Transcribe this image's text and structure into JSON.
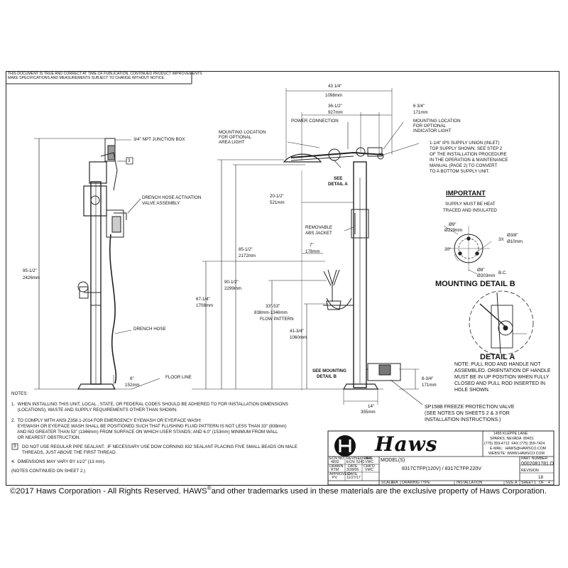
{
  "disclaimer": [
    "THIS DOCUMENT IS TRUE AND CORRECT AT TIME OF PUBLICATION. CONTINUED PRODUCT IMPROVEMENTS",
    "MAKE SPECIFICATIONS AND MEASUREMENTS SUBJECT TO CHANGE WITHOUT NOTICE."
  ],
  "side_view": {
    "junction_box": "3/4\" NPT JUNCTION BOX",
    "note_ref": "3",
    "drench_valve": [
      "DRENCH HOSE ACTIVATION",
      "VALVE ASSEMBLY"
    ],
    "drench_hose": "DRENCH HOSE",
    "height_in": "95-1/2\"",
    "height_mm": "2426mm",
    "base_in": "6\"",
    "base_mm": "152mm",
    "floor_line": "FLOOR LINE"
  },
  "front_view": {
    "width_in": "43 1/4\"",
    "width_mm": "1098mm",
    "inner_in": "36-1/2\"",
    "inner_mm": "927mm",
    "right_in": "6 3/4\"",
    "right_mm": "171mm",
    "area_light": [
      "MOUNTING LOCATION",
      "FOR OPTIONAL",
      "AREA LIGHT"
    ],
    "power": "POWER CONNECTION",
    "indicator": [
      "MOUNTING LOCATION",
      "FOR OPTIONAL",
      "INDICATOR LIGHT"
    ],
    "supply": [
      "1-1/4\" IPS SUPPLY UNION (INLET)",
      "TOP SUPPLY SHOWN. SEE STEP 2",
      "OF THE INSTALLATION PROCEDURE",
      "IN THE OPERATION & MAINTENANCE",
      "MANUAL (PAGE 2) TO CONVERT",
      "TO A BOTTOM SUPPLY UNIT."
    ],
    "see_a": [
      "SEE",
      "DETAIL A"
    ],
    "d20_in": "20-1/2\"",
    "d20_mm": "521mm",
    "abs": [
      "REMOVABLE",
      "ABS JACKET"
    ],
    "d85_in": "85-1/2\"",
    "d85_mm": "2172mm",
    "d7_in": "7\"",
    "d7_mm": "178mm",
    "d90_in": "90-1/2\"",
    "d90_mm": "2299mm",
    "d67_in": "67-1/4\"",
    "d67_mm": "1708mm",
    "d33": [
      "33\"-53\"",
      "838mm-1346mm",
      "FLOW PATTERN"
    ],
    "d41_in": "41-3/4\"",
    "d41_mm": "1060mm",
    "see_b": [
      "SEE MOUNTING",
      "DETAIL B"
    ],
    "d14_in": "14\"",
    "d14_mm": "355mm",
    "d634_in": "6-3/4\"",
    "d634_mm": "171mm",
    "sp158": [
      "SP158B FREEZE PROTECTION VALVE",
      "(SEE NOTES ON SHEETS 2 & 3 FOR",
      "INSTALLATION INSTRUCTIONS.)"
    ]
  },
  "important": {
    "title": "IMPORTANT",
    "text": [
      "SUPPLY MUST BE HEAT",
      "TRACED AND INSULATED"
    ]
  },
  "detail_b": {
    "title": "MOUNTING DETAIL B",
    "dia9": [
      "Ø9\"",
      "Ø229mm"
    ],
    "hole": [
      "3X",
      "Ø3/8\"",
      "Ø10mm"
    ],
    "angle": "30°",
    "bc": [
      "Ø8\"",
      "Ø203mm",
      "B.C."
    ]
  },
  "detail_a": {
    "title": "DETAIL A",
    "note": [
      "NOTE: PULL ROD AND HANDLE NOT",
      "ASSEMBLED. ORIENTATION OF HANDLE",
      "MUST BE IN UP POSITION WHEN FULLY",
      "CLOSED AND PULL ROD INSERTED IN",
      "HOLE SHOWN."
    ]
  },
  "notes": {
    "heading": "NOTES:",
    "n1": [
      "1.  WHEN INSTALLING THIS UNIT, LOCAL , STATE, OR FEDERAL CODES SHOULD BE ADHERED TO FOR INSTALLATION DIMENSIONS",
      "     (LOCATIONS), WASTE AND SUPPLY REQUIREMENTS OTHER THAN SHOWN."
    ],
    "n2": [
      "2.  TO COMPLY WITH ANSI Z358.1-2014 FOR EMERGENCY EYEWASH OR EYE/FACE WASH:",
      "     EYEWASH OR EYE/FACE WASH SHALL BE POSITIONED SUCH THAT FLUSHING FLUID PATTERN IS NOT LESS THAN 33\" (838mm)",
      "     AND NO GREATER THAN 53\" (1346mm) FROM SURFACE ON WHICH USER STANDS; AND 6.0\" (153mm) MINIMUM FROM WALL",
      "     OR NEAREST OBSTRUCTION."
    ],
    "n3": [
      "DO NOT USE REGULAR PIPE SEALANT.  IF NECESSARY USE DOW CORNING 832 SEALANT PLACING FIVE SMALL BEADS ON MALE",
      "THREADS, JUST ABOVE THE FIRST THREAD."
    ],
    "n3_num": "3",
    "n4": "4.  DIMENSIONS MAY VARY BY ±1/2\" (13 mm).",
    "cont": "(NOTES CONTINUED ON SHEET 2.)"
  },
  "title_block": {
    "logo": "Haws",
    "address": [
      "1455 KLEPPE LANE",
      "SPARKS, NEVADA  89431",
      "(775) 359-4712  FAX (775) 359-7424",
      "E-MAIL:  HAWS@HAWSCO.COM",
      "WEBSITE: WWW.HAWSCO.COM"
    ],
    "part_label": "PART NUMBER",
    "part_number": "0002081781.D",
    "revision_label": "REVISION",
    "revision": "18",
    "model_label": "MODEL(S)",
    "model": "8317CTFP(120V) / 8317CTFP.220V",
    "ecn": [
      "ECN NO.",
      "4832",
      "REVISED PER",
      "ECN: 5241",
      "DATE",
      "VWC"
    ],
    "drawn": [
      "DRAWN",
      "RTM",
      "DATE",
      "3/28/05",
      "CHK'D",
      "VWC"
    ],
    "approved": [
      "APPROVED",
      "PV",
      "DATE",
      "11/27/17"
    ],
    "bottom": [
      "SCALE",
      "N/A",
      "DRAWING TYPE",
      "INSTALLATION",
      "SIZE",
      "A",
      "SHEET",
      "1",
      "OF",
      "4"
    ]
  },
  "footer": {
    "text1": "©2017 Haws Corporation - All Rights Reserved.  HAWS",
    "reg": "®",
    "text2": "and other trademarks used in these materials are the exclusive property of Haws Corporation."
  }
}
